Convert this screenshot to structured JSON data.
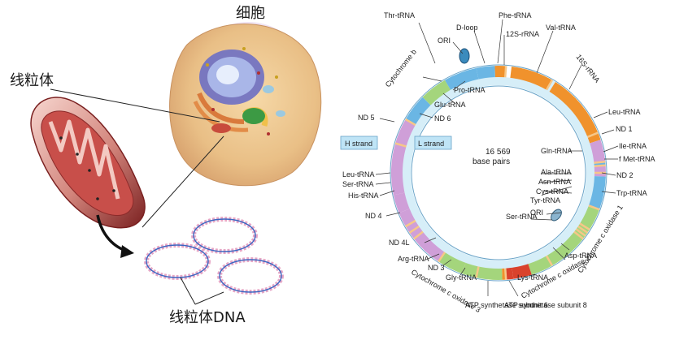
{
  "left": {
    "cell_label": "细胞",
    "mito_label": "线粒体",
    "dna_label": "线粒体DNA"
  },
  "right": {
    "center_line1": "16 569",
    "center_line2": "base pairs",
    "h_strand": "H strand",
    "l_strand": "L strand",
    "outer_labels": [
      "Thr-tRNA",
      "ORI",
      "D-loop",
      "Phe-tRNA",
      "12S-rRNA",
      "Val-tRNA",
      "Cytochrome b",
      "16S-rRNA",
      "Leu-tRNA",
      "ND 1",
      "Ile-tRNA",
      "f Met-tRNA",
      "ND 2",
      "Trp-tRNA",
      "ND 5",
      "ND 6",
      "Leu-tRNA",
      "Ser-tRNA",
      "His-tRNA",
      "ND 4",
      "ND 4L",
      "Arg-tRNA",
      "ND 3",
      "Gly-tRNA",
      "Cytochrome c oxidase 3",
      "ATP synthetase subunit 6",
      "ATP synthetase subunit 8",
      "Lys-tRNA",
      "Cytochrome c oxidase 2",
      "Asp-tRNA",
      "Cytochrome c oxidase 1"
    ],
    "inner_labels": [
      "Pro-tRNA",
      "Glu-tRNA",
      "Gln-tRNA",
      "Ala-tRNA",
      "Asn-tRNA",
      "Cys-tRNA",
      "Tyr-tRNA",
      "ORI",
      "Ser-tRNA"
    ],
    "colors": {
      "orange": "#f0922c",
      "blue": "#6ab6e4",
      "green": "#a4d57c",
      "purple": "#cf9fd8",
      "red": "#d9422c",
      "light_blue": "#d6eef8"
    }
  }
}
